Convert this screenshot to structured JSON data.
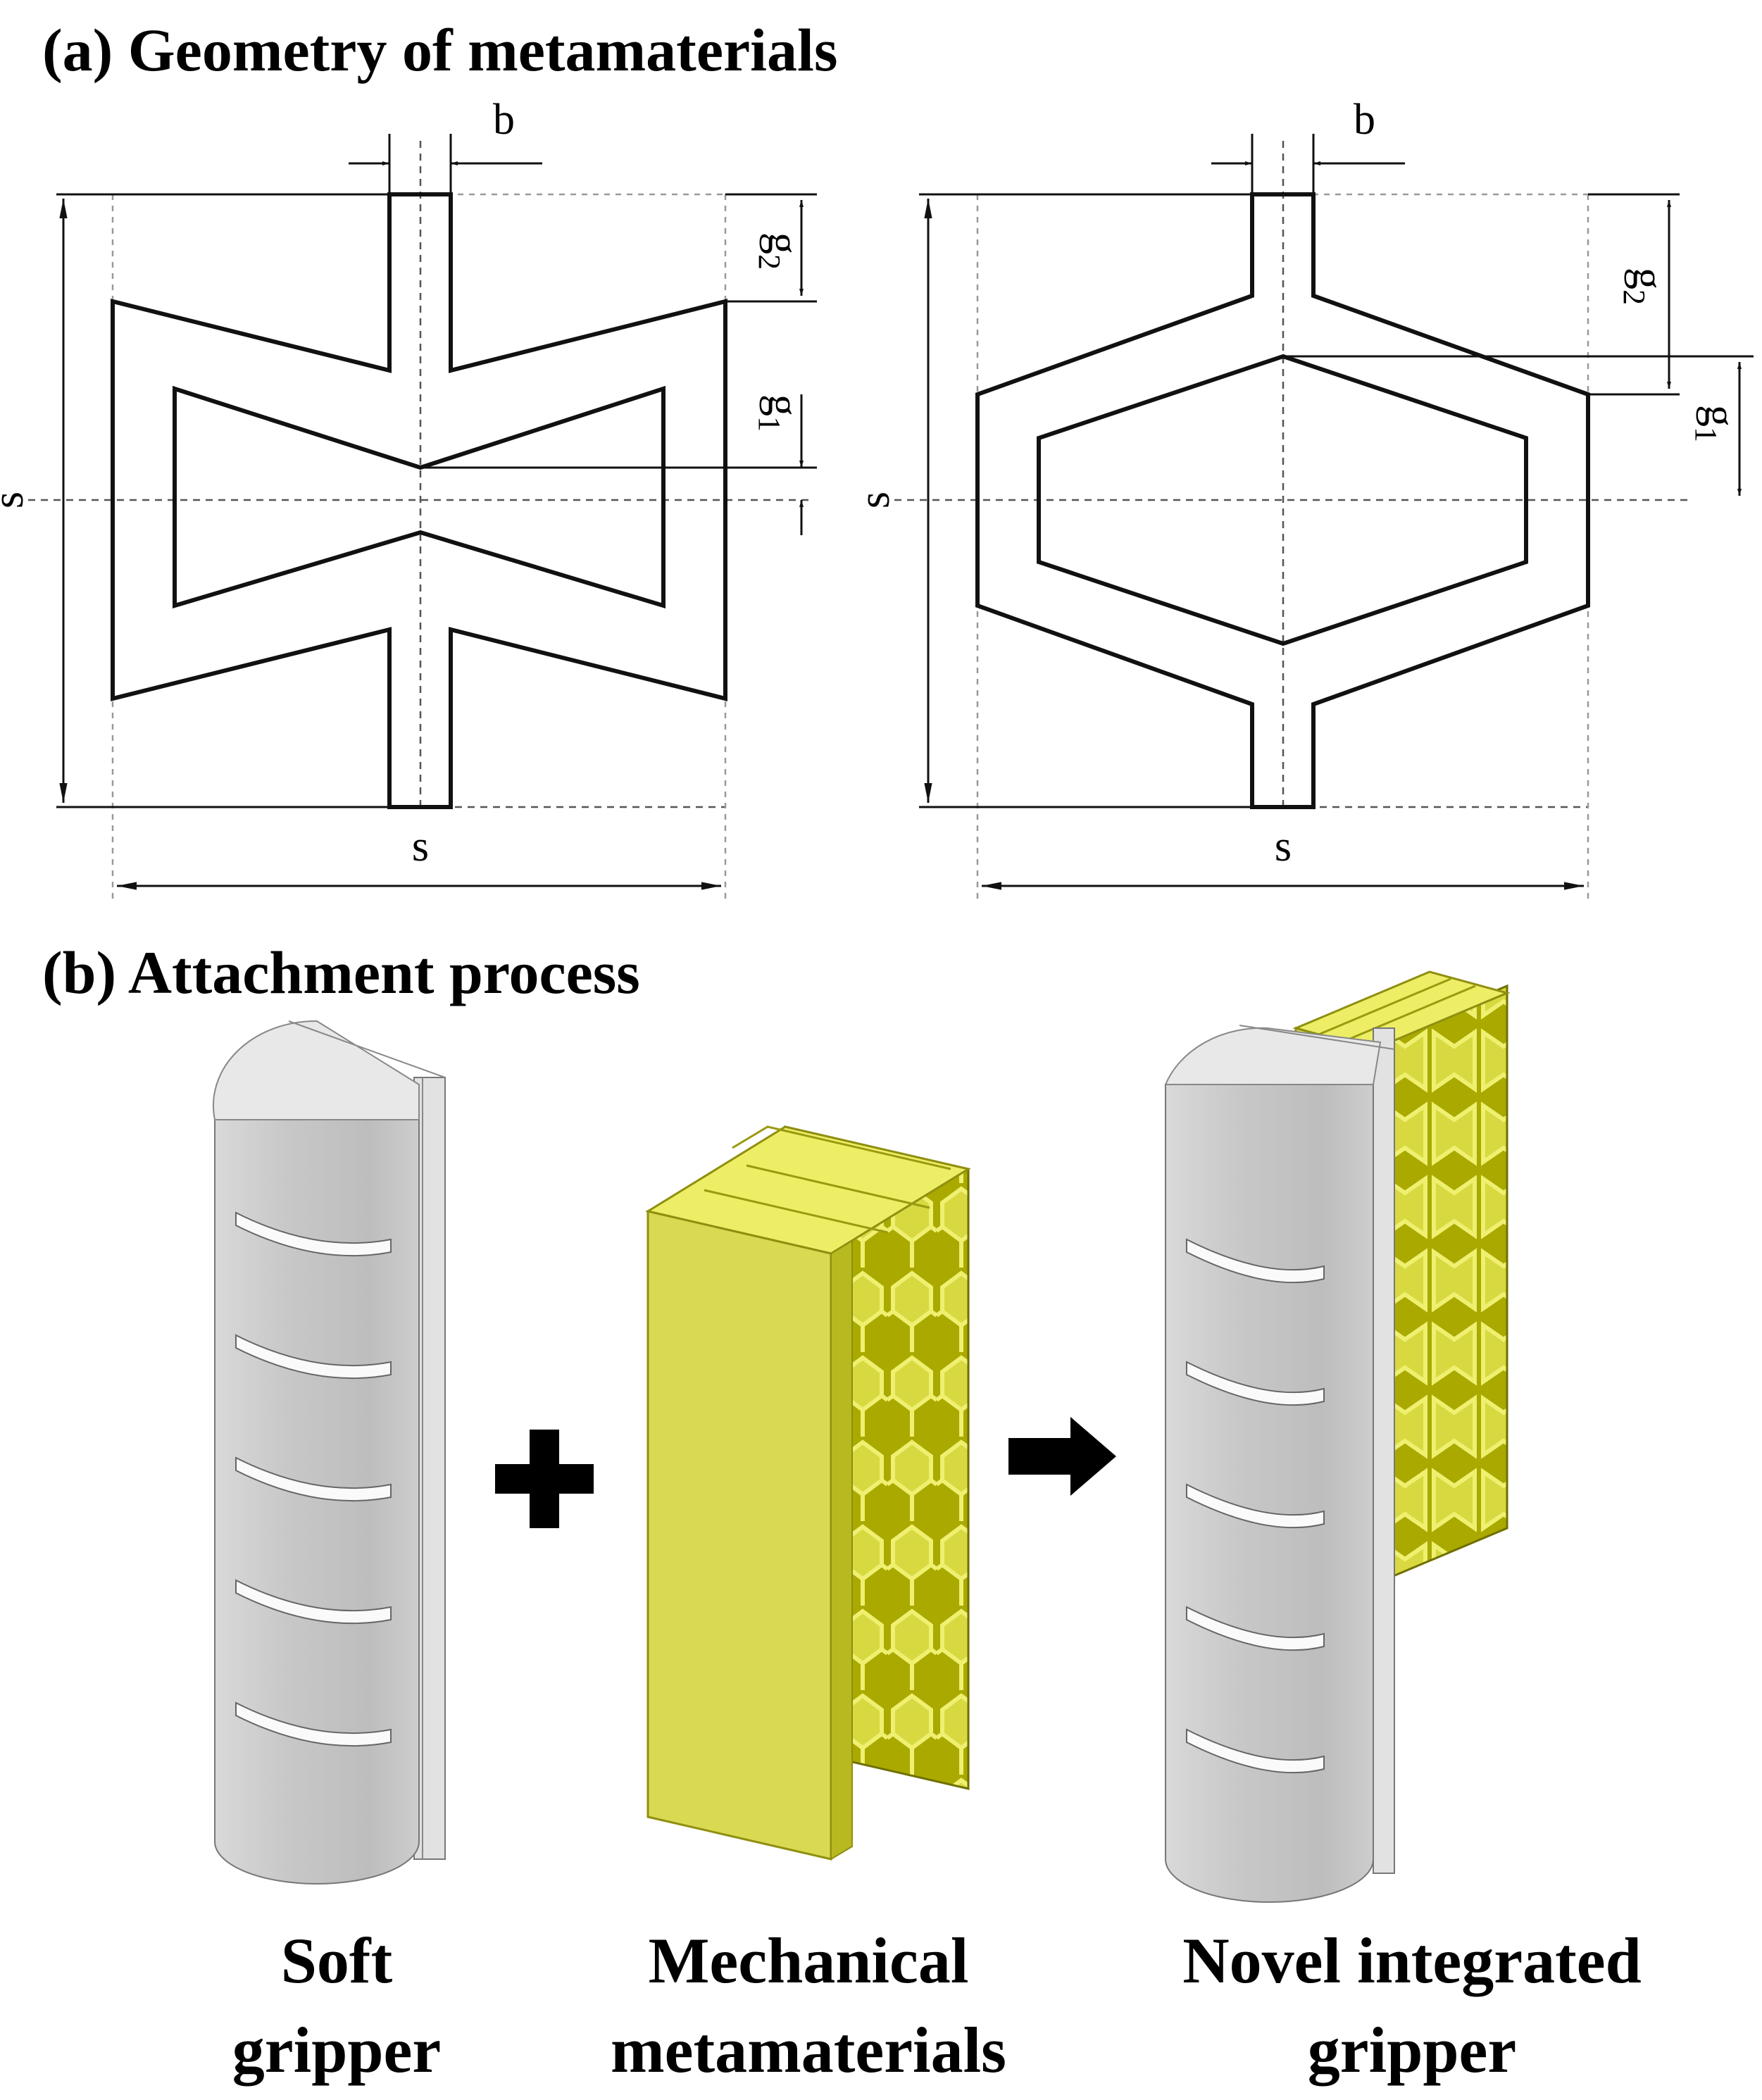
{
  "panel_a": {
    "title": "(a) Geometry of metamaterials",
    "left_cell": {
      "label_b": "b",
      "label_g2": "g2",
      "label_g1": "g1",
      "label_s_vertical": "s",
      "label_s_horizontal": "s"
    },
    "right_cell": {
      "label_b": "b",
      "label_g2": "g2",
      "label_g1": "g1",
      "label_s_vertical": "s",
      "label_s_horizontal": "s"
    }
  },
  "panel_b": {
    "title": "(b) Attachment process",
    "captions": {
      "soft_gripper": [
        "Soft",
        "gripper"
      ],
      "metamaterials": [
        "Mechanical",
        "metamaterials"
      ],
      "integrated": [
        "Novel integrated",
        "gripper"
      ]
    },
    "operators": {
      "plus": "plus-icon",
      "arrow": "arrow-right-icon"
    }
  },
  "colors": {
    "gripper_grey": "#c9c9c9",
    "meta_yellow": "#e6e65a",
    "meta_dark": "#b4b410",
    "line": "#111111"
  }
}
